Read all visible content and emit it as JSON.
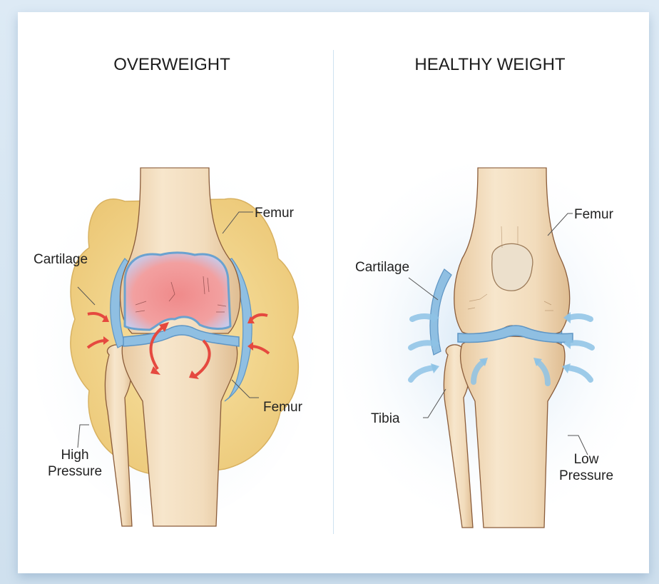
{
  "figure": {
    "panels": [
      {
        "title": "OVERWEIGHT",
        "labels": {
          "femur_top": "Femur",
          "cartilage": "Cartilage",
          "femur_bottom": "Femur",
          "pressure_line1": "High",
          "pressure_line2": "Pressure"
        },
        "colors": {
          "fat": "#f3d98e",
          "inflamed": "#ef8f8c",
          "arrow": "#e5493f",
          "cartilage": "#8fbfe2",
          "bone": "#f0d8b4"
        }
      },
      {
        "title": "HEALTHY WEIGHT",
        "labels": {
          "femur_top": "Femur",
          "cartilage": "Cartilage",
          "tibia": "Tibia",
          "pressure_line1": "Low",
          "pressure_line2": "Pressure"
        },
        "colors": {
          "glow": "#d6e8f6",
          "arrow": "#8ec3e6",
          "cartilage": "#8fbfe2",
          "bone": "#f0d8b4",
          "patella": "#ece0cc"
        }
      }
    ]
  }
}
